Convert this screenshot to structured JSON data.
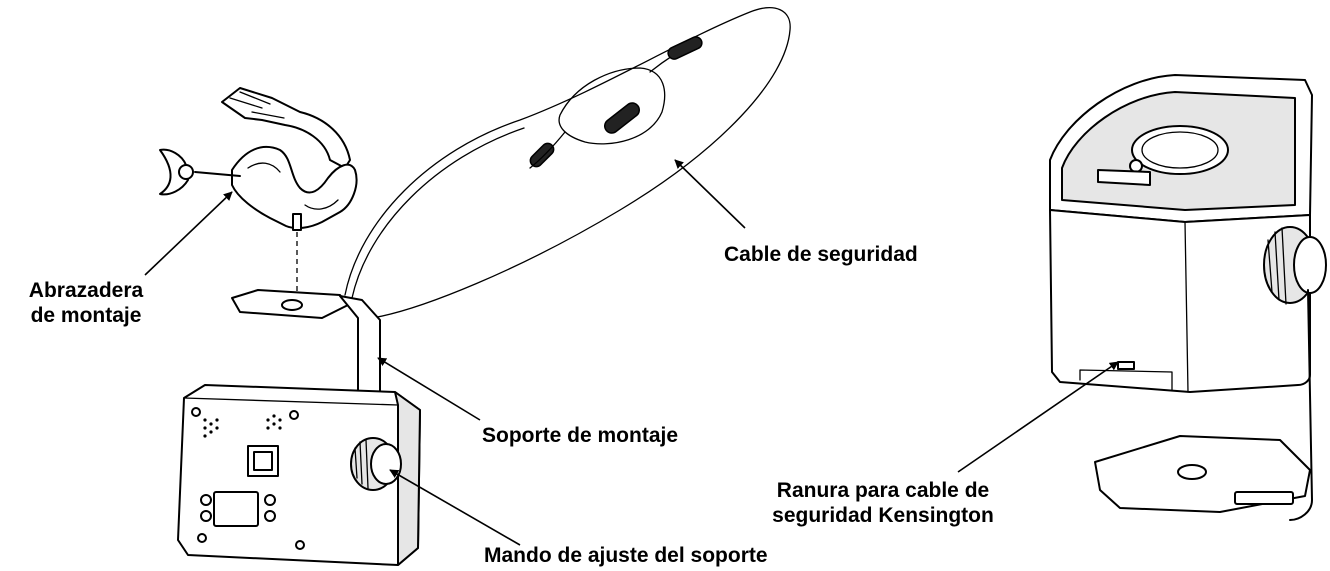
{
  "labels": {
    "clamp": [
      "Abrazadera",
      "de montaje"
    ],
    "safety_cable": "Cable de seguridad",
    "bracket": "Soporte de montaje",
    "knob": "Mando de ajuste del soporte",
    "kensington": [
      "Ranura para cable de",
      "seguridad Kensington"
    ]
  }
}
